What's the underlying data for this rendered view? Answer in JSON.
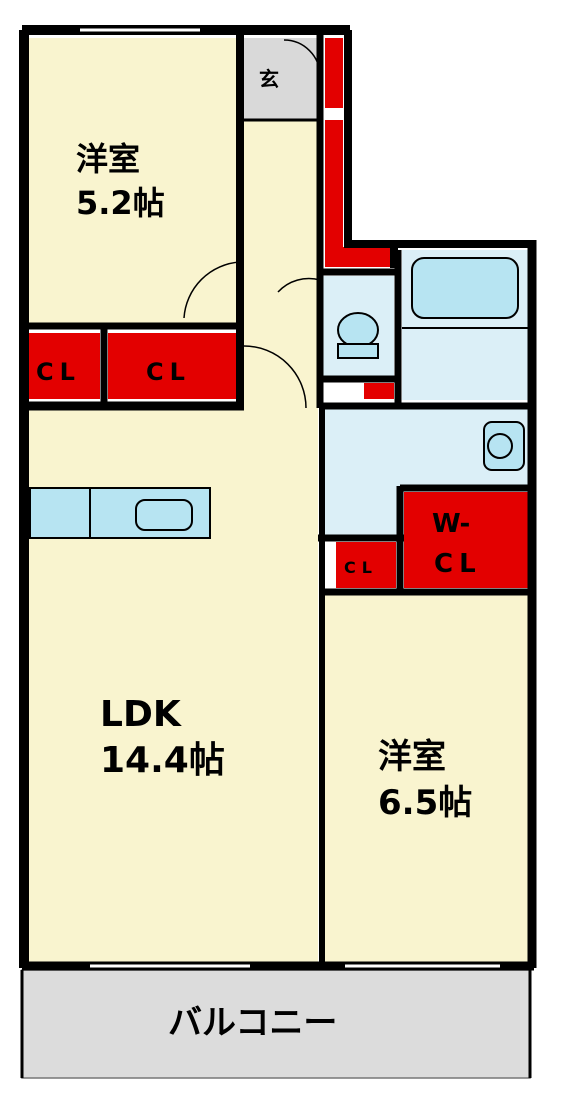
{
  "rooms": {
    "western_room_1": {
      "name": "洋室",
      "size": "5.2帖"
    },
    "western_room_2": {
      "name": "洋室",
      "size": "6.5帖"
    },
    "ldk": {
      "name": "LDK",
      "size": "14.4帖"
    },
    "entrance": "玄",
    "balcony": "バルコニー"
  },
  "closets": {
    "cl_1": "CL",
    "cl_2": "CL",
    "cl_3": "CL",
    "wcl_line1": "W-",
    "wcl_line2": "CL"
  },
  "colors": {
    "room_fill": "#f9f4cf",
    "wet_fill": "#dbeff7",
    "fixture_fill": "#b7e4f2",
    "closet_fill": "#e30000",
    "wall": "#000000",
    "entry_fill": "#d9d9d9",
    "balcony_fill": "#dcdcdc"
  }
}
